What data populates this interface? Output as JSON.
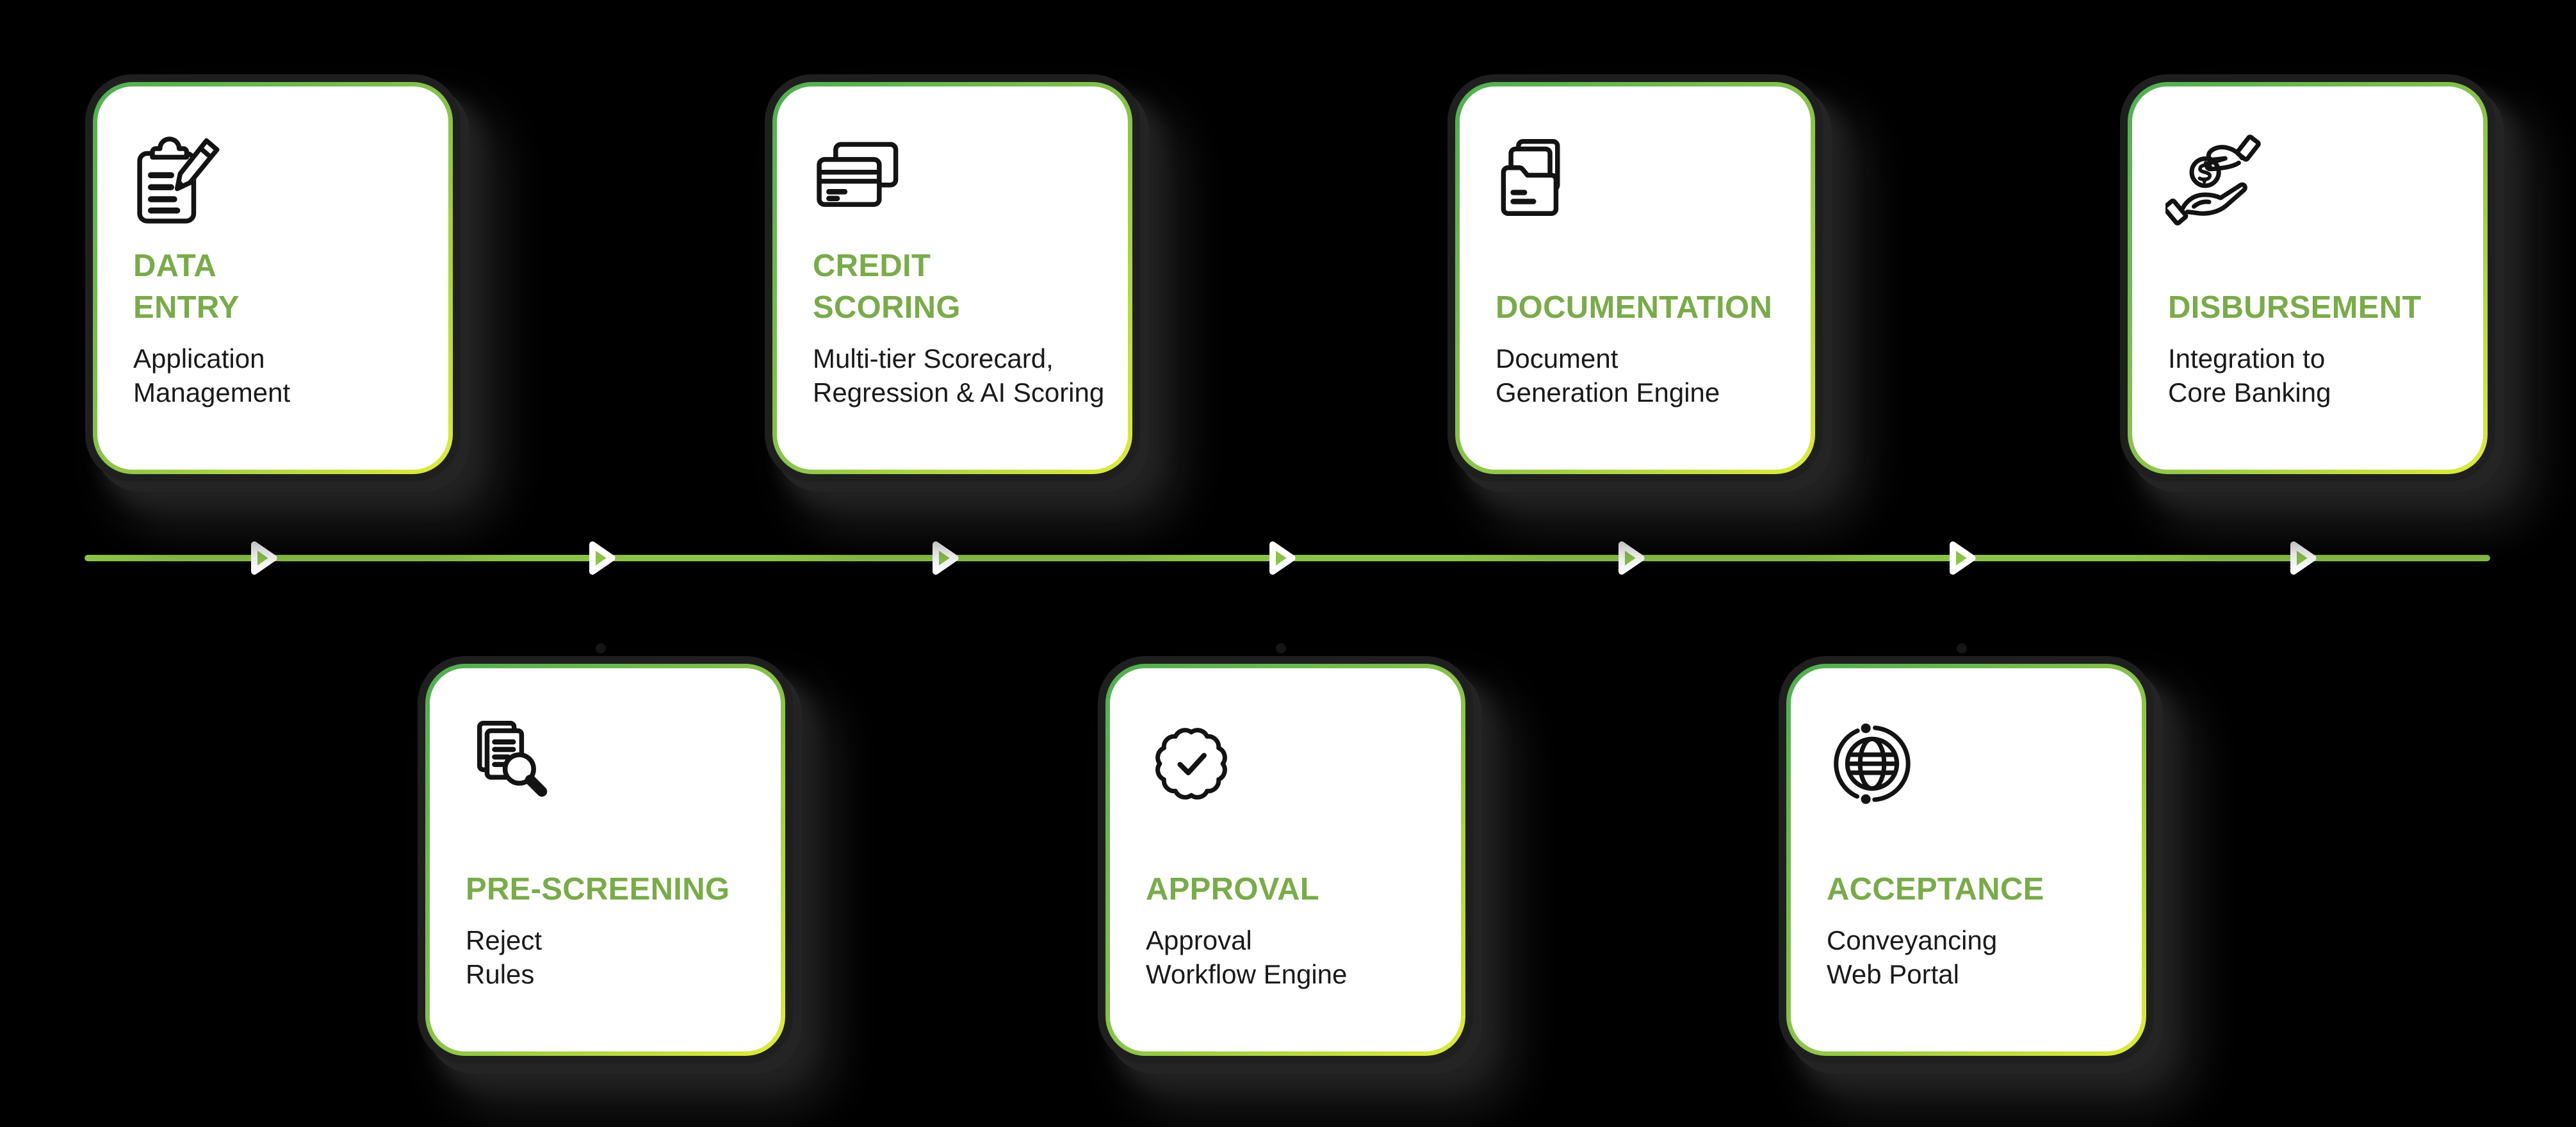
{
  "background_color": "#000000",
  "palette": {
    "title_green": "#7aab4a",
    "timeline_green": "#8bc34a",
    "card_border_gradient_start": "#4fae53",
    "card_border_gradient_end": "#e0ec3c",
    "card_background": "#ffffff",
    "description_text": "#1a1a1a",
    "icon_stroke": "#131313"
  },
  "timeline": {
    "direction": "left-to-right",
    "arrow_count": 7,
    "color": "#8bc34a"
  },
  "cards": [
    {
      "id": "data-entry",
      "row": "top",
      "icon": "clipboard-pencil-icon",
      "title_lines": [
        "DATA",
        "ENTRY"
      ],
      "description_lines": [
        "Application",
        "Management"
      ]
    },
    {
      "id": "credit-scoring",
      "row": "top",
      "icon": "credit-cards-icon",
      "title_lines": [
        "CREDIT",
        "SCORING"
      ],
      "description_lines": [
        "Multi-tier Scorecard,",
        "Regression & AI Scoring"
      ]
    },
    {
      "id": "documentation",
      "row": "top",
      "icon": "folder-documents-icon",
      "title_lines": [
        "DOCUMENTATION"
      ],
      "description_lines": [
        "Document",
        "Generation Engine"
      ]
    },
    {
      "id": "disbursement",
      "row": "top",
      "icon": "hand-coin-icon",
      "title_lines": [
        "DISBURSEMENT"
      ],
      "description_lines": [
        "Integration to",
        "Core Banking"
      ]
    },
    {
      "id": "pre-screening",
      "row": "bottom",
      "icon": "documents-magnifier-icon",
      "title_lines": [
        "PRE-SCREENING"
      ],
      "description_lines": [
        "Reject",
        "Rules"
      ]
    },
    {
      "id": "approval",
      "row": "bottom",
      "icon": "badge-check-icon",
      "title_lines": [
        "APPROVAL"
      ],
      "description_lines": [
        "Approval",
        "Workflow Engine"
      ]
    },
    {
      "id": "acceptance",
      "row": "bottom",
      "icon": "globe-orbit-icon",
      "title_lines": [
        "ACCEPTANCE"
      ],
      "description_lines": [
        "Conveyancing",
        "Web Portal"
      ]
    }
  ]
}
